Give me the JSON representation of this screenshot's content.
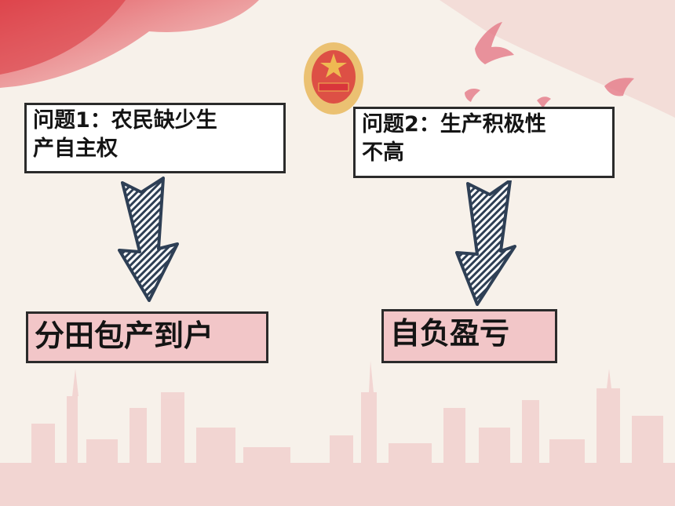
{
  "problems": [
    {
      "line1": "问题1：农民缺少生",
      "line2": "产自主权"
    },
    {
      "line1": "问题2：生产积极性",
      "line2": "不高"
    }
  ],
  "solutions": [
    "分田包产到户",
    "自负盈亏"
  ],
  "colors": {
    "problem_box": "#ffffff",
    "solution_box": "#f2c6c8",
    "arrow": "#2e3f55",
    "border": "#2b2b2b",
    "flag_red": "#d9333a"
  },
  "icons": [
    "flag",
    "youth-league-emblem",
    "dove",
    "city-skyline",
    "arrow-down"
  ]
}
